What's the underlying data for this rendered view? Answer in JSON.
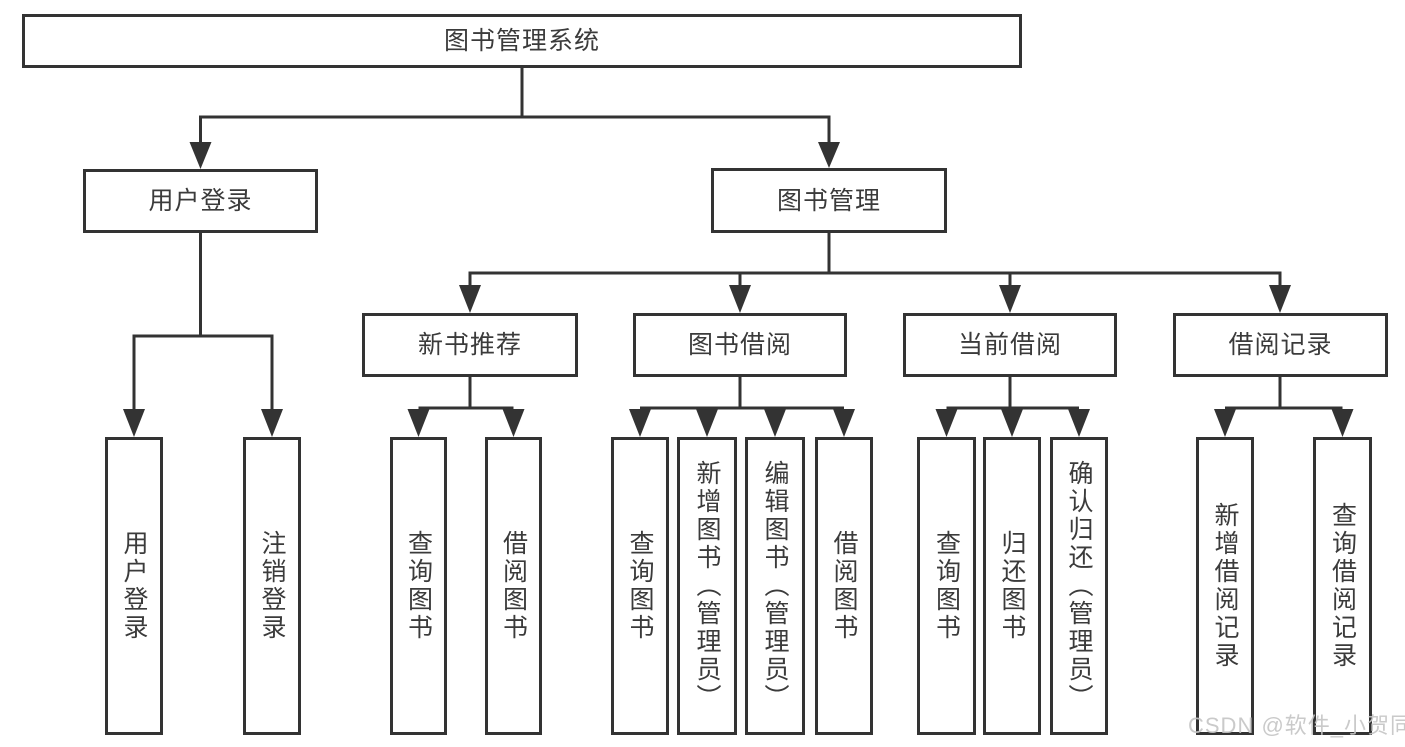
{
  "tree": {
    "root": {
      "label": "图书管理系统"
    },
    "branches": [
      {
        "label": "用户登录",
        "leaves": [
          {
            "label": "用户登录"
          },
          {
            "label": "注销登录"
          }
        ]
      },
      {
        "label": "图书管理",
        "children": [
          {
            "label": "新书推荐",
            "leaves": [
              {
                "label": "查询图书"
              },
              {
                "label": "借阅图书"
              }
            ]
          },
          {
            "label": "图书借阅",
            "leaves": [
              {
                "label": "查询图书"
              },
              {
                "label": "新增图书（管理员）"
              },
              {
                "label": "编辑图书（管理员）"
              },
              {
                "label": "借阅图书"
              }
            ]
          },
          {
            "label": "当前借阅",
            "leaves": [
              {
                "label": "查询图书"
              },
              {
                "label": "归还图书"
              },
              {
                "label": "确认归还（管理员）"
              }
            ]
          },
          {
            "label": "借阅记录",
            "leaves": [
              {
                "label": "新增借阅记录"
              },
              {
                "label": "查询借阅记录"
              }
            ]
          }
        ]
      }
    ]
  },
  "watermark": {
    "text": "CSDN @软件_小贺同学"
  },
  "colors": {
    "line": "#333333",
    "border": "#333333",
    "text": "#3b3b3b",
    "watermark": "#c5c5c5",
    "background": "#ffffff"
  }
}
